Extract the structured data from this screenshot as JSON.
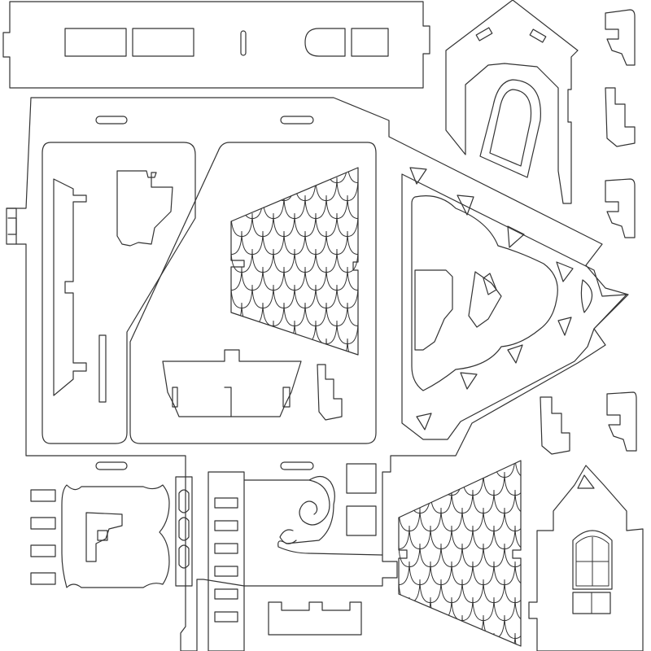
{
  "figure": {
    "kind": "laser-cut layout",
    "colors": {
      "background": "#ffffff",
      "line": "#333333"
    },
    "parts": [
      {
        "name": "top-strip-panel"
      },
      {
        "name": "attic-gable-panel"
      },
      {
        "name": "main-board"
      },
      {
        "name": "left-vertical-slat"
      },
      {
        "name": "small-bracket-cutout"
      },
      {
        "name": "upper-roof-shingle-panel"
      },
      {
        "name": "triangular-lattice-gable"
      },
      {
        "name": "bench-piece"
      },
      {
        "name": "right-column-brackets"
      },
      {
        "name": "lower-left-fence-panel"
      },
      {
        "name": "window-grid-squares"
      },
      {
        "name": "scroll-ornament"
      },
      {
        "name": "lower-roof-shingle-panel"
      },
      {
        "name": "front-facade-gable"
      },
      {
        "name": "bottom-rail-piece"
      }
    ]
  }
}
